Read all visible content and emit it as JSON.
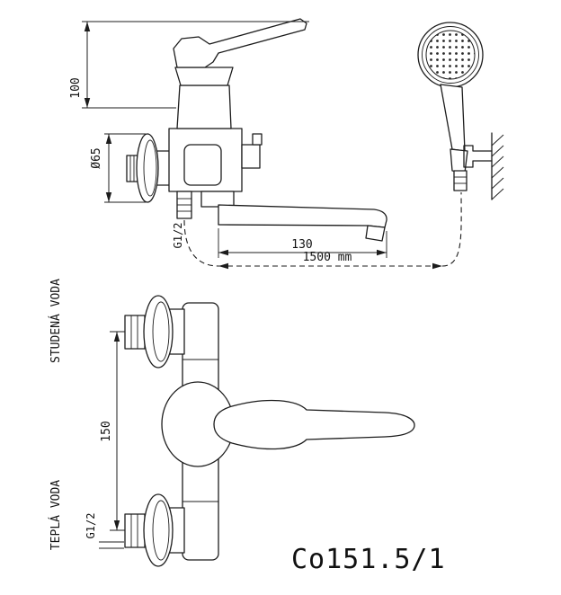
{
  "drawing": {
    "model_number": "Co151.5/1",
    "side_view": {
      "dim_lever_height": "100",
      "dim_flange_diameter": "Ø65",
      "thread_size": "G1/2",
      "dim_spout_length": "130",
      "dim_hose_length": "1500 mm"
    },
    "front_view": {
      "cold_water_label": "STUDENÁ VODA",
      "hot_water_label": "TEPLÁ VODA",
      "dim_center_distance": "150",
      "thread_size": "G1/2"
    }
  }
}
